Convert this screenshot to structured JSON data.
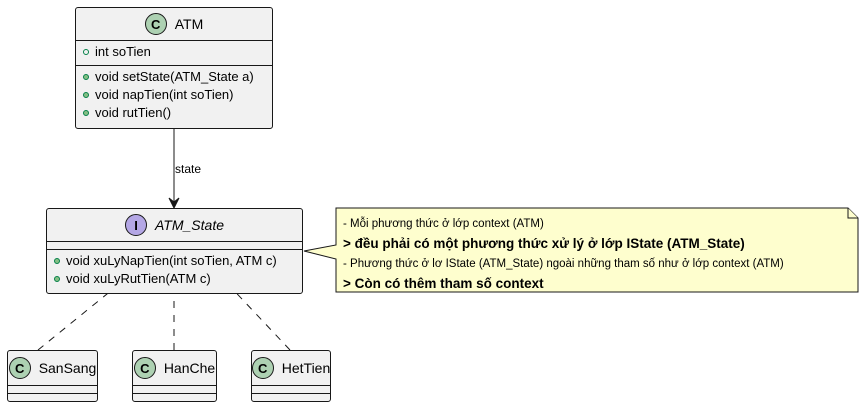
{
  "classes": {
    "atm": {
      "name": "ATM",
      "attributes": [
        "int soTien"
      ],
      "methods": [
        "void setState(ATM_State a)",
        "void napTien(int soTien)",
        "void rutTien()"
      ]
    },
    "atm_state": {
      "name": "ATM_State",
      "badge": "I",
      "methods": [
        "void xuLyNapTien(int soTien, ATM c)",
        "void xuLyRutTien(ATM c)"
      ]
    },
    "sansang": {
      "name": "SanSang"
    },
    "hanche": {
      "name": "HanChe"
    },
    "hettien": {
      "name": "HetTien"
    },
    "class_badge": "C"
  },
  "association_label": "state",
  "note": {
    "line1": "- Mỗi phương thức ở lớp context (ATM)",
    "line2": "> đều phải có một phương thức xử lý ở lớp IState (ATM_State)",
    "line3": "- Phương thức ở lơ IState (ATM_State) ngoài những tham số như ở lớp context (ATM)",
    "line4": "> Còn có thêm tham số context"
  },
  "colors": {
    "class_fill": "#f1f1f1",
    "class_badge": "#add1b2",
    "interface_badge": "#b4a7e5",
    "note_fill": "#fefece",
    "border": "#181818"
  }
}
